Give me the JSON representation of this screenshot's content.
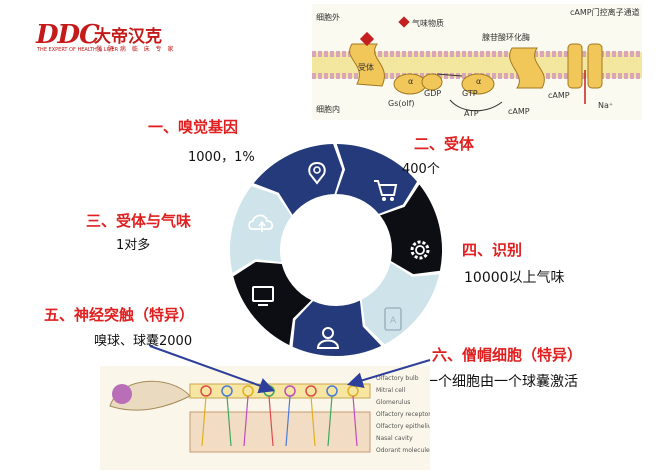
{
  "logo": {
    "mark": "DDC",
    "chinese": "大帝汉克",
    "tagline": "THE EXPERT OF HEALTH & LIVER",
    "slogan": "慢 肝 病 临 床 专 家"
  },
  "receptor_diagram": {
    "extracellular": "细胞外",
    "odorant_legend": "气味物质",
    "adenylate_cyclase": "腺苷酸环化酶",
    "camp_channel": "cAMP门控离子通道",
    "receptor": "受体",
    "g_protein": "Gs(olf)",
    "gdp": "GDP",
    "gtp": "GTP",
    "alpha": "α",
    "intracellular": "细胞内",
    "atp": "ATP",
    "camp_out": "cAMP",
    "camp_channel_label": "cAMP",
    "na": "Na⁺"
  },
  "cycle": {
    "segment_colors": [
      "#243a7a",
      "#243a7a",
      "#0d0d14",
      "#cfe3ea",
      "#243a7a",
      "#0d0d14",
      "#cfe3ea"
    ],
    "segment_icons": [
      "location-pin-icon",
      "shopping-cart-icon",
      "gear-icon",
      "book-icon",
      "user-icon",
      "monitor-icon",
      "cloud-upload-icon"
    ]
  },
  "steps": [
    {
      "title": "一、嗅觉基因",
      "detail": "1000，1%"
    },
    {
      "title": "二、受体",
      "detail": "400个"
    },
    {
      "title": "三、受体与气味",
      "detail": "1对多"
    },
    {
      "title": "四、识别",
      "detail": "10000以上气味"
    },
    {
      "title": "五、神经突触（特异）",
      "detail": "嗅球、球囊2000"
    },
    {
      "title": "六、僧帽细胞（特异）",
      "detail": "一个细胞由一个球囊激活"
    }
  ],
  "olfactory_diagram": {
    "labels": [
      "Olfactory bulb",
      "Mitral cell",
      "Glomerulus",
      "Olfactory receptor cells",
      "Olfactory epithelium",
      "Nasal cavity",
      "Odorant molecules"
    ]
  }
}
